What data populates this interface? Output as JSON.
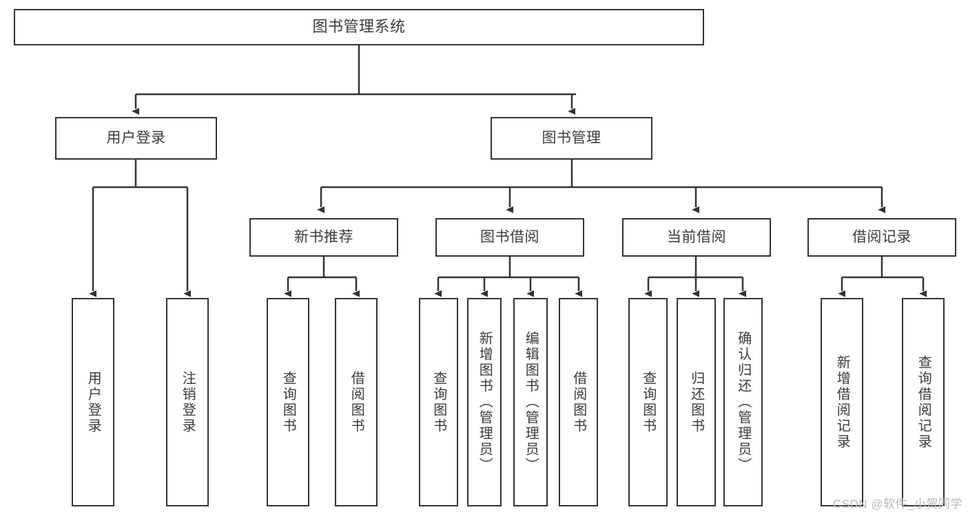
{
  "diagram": {
    "title": "图书管理系统",
    "type": "tree-hierarchy",
    "watermark": "CSDN @软件_小贺同学",
    "colors": {
      "stroke": "#333333",
      "text": "#3b3b3b",
      "background": "#ffffff",
      "watermark": "#b9b9b9"
    },
    "levels": {
      "root": {
        "label": "图书管理系统"
      },
      "level2": [
        {
          "id": "user-login",
          "label": "用户登录"
        },
        {
          "id": "book-manage",
          "label": "图书管理"
        }
      ],
      "level3": [
        {
          "id": "new-book-recommend",
          "label": "新书推荐",
          "parent": "book-manage"
        },
        {
          "id": "book-borrow",
          "label": "图书借阅",
          "parent": "book-manage"
        },
        {
          "id": "current-borrow",
          "label": "当前借阅",
          "parent": "book-manage"
        },
        {
          "id": "borrow-record",
          "label": "借阅记录",
          "parent": "book-manage"
        }
      ],
      "leaves": [
        {
          "id": "leaf-user-login",
          "label": "用户登录",
          "parent": "user-login"
        },
        {
          "id": "leaf-logout",
          "label": "注销登录",
          "parent": "user-login"
        },
        {
          "id": "leaf-query-book-1",
          "label": "查询图书",
          "parent": "new-book-recommend"
        },
        {
          "id": "leaf-borrow-book-1",
          "label": "借阅图书",
          "parent": "new-book-recommend"
        },
        {
          "id": "leaf-query-book-2",
          "label": "查询图书",
          "parent": "book-borrow"
        },
        {
          "id": "leaf-add-book",
          "label": "新增图书（管理员）",
          "parent": "book-borrow"
        },
        {
          "id": "leaf-edit-book",
          "label": "编辑图书（管理员）",
          "parent": "book-borrow"
        },
        {
          "id": "leaf-borrow-book-2",
          "label": "借阅图书",
          "parent": "book-borrow"
        },
        {
          "id": "leaf-query-book-3",
          "label": "查询图书",
          "parent": "current-borrow"
        },
        {
          "id": "leaf-return-book",
          "label": "归还图书",
          "parent": "current-borrow"
        },
        {
          "id": "leaf-confirm-return",
          "label": "确认归还（管理员）",
          "parent": "current-borrow"
        },
        {
          "id": "leaf-add-record",
          "label": "新增借阅记录",
          "parent": "borrow-record"
        },
        {
          "id": "leaf-query-record",
          "label": "查询借阅记录",
          "parent": "borrow-record"
        }
      ]
    }
  }
}
